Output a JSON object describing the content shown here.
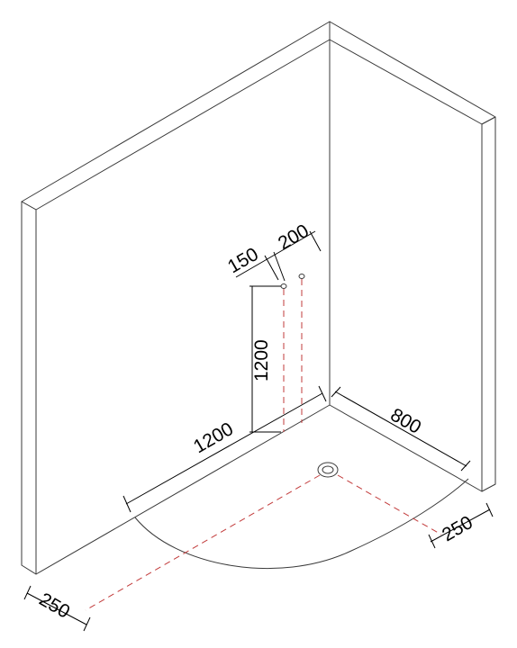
{
  "colors": {
    "line": "#3a3a3a",
    "dimension": "#000000",
    "hidden_line": "#c23b3b",
    "background": "#ffffff"
  },
  "dimensions": {
    "inlet_offset": "150",
    "inlet_spacing": "200",
    "inlet_height": "1200",
    "tray_length": "1200",
    "tray_width": "800",
    "drain_offset_right": "250",
    "drain_offset_left": "250"
  }
}
